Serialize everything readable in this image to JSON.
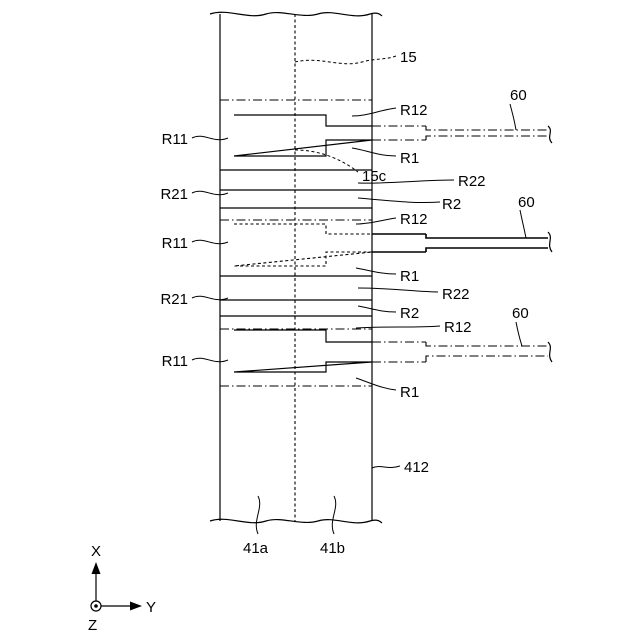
{
  "labels": {
    "l15": "15",
    "l15c": "15c",
    "r12_1": "R12",
    "r1_1": "R1",
    "r22_1": "R22",
    "r2_1": "R2",
    "r12_2": "R12",
    "r1_2": "R1",
    "r22_2": "R22",
    "r2_2": "R2",
    "r12_3": "R12",
    "r1_3": "R1",
    "r11_1": "R11",
    "r21_1": "R21",
    "r11_2": "R11",
    "r21_2": "R21",
    "r11_3": "R11",
    "w60_1": "60",
    "w60_2": "60",
    "w60_3": "60",
    "l412": "412",
    "l41a": "41a",
    "l41b": "41b"
  },
  "axes": {
    "x": "X",
    "y": "Y",
    "z": "Z"
  }
}
